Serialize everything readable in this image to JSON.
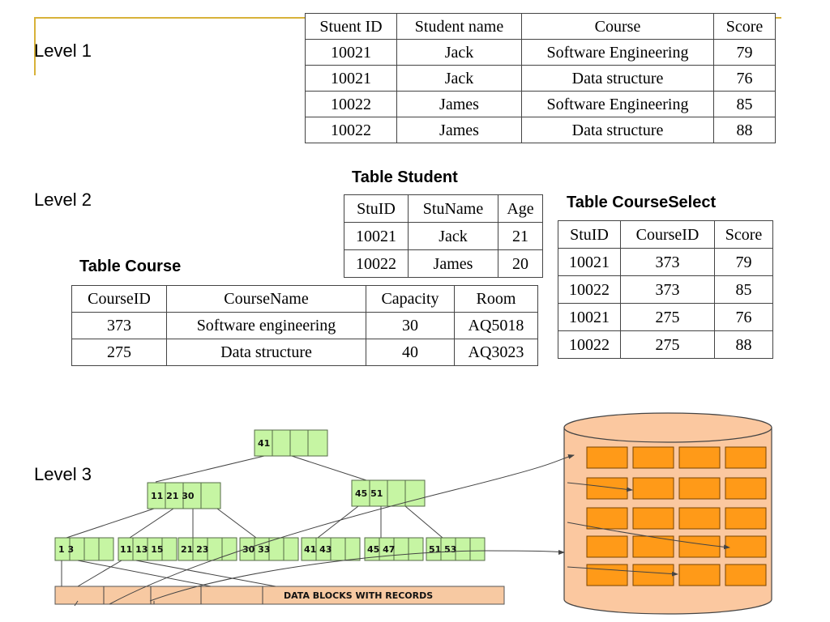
{
  "levels": {
    "l1": "Level 1",
    "l2": "Level 2",
    "l3": "Level 3"
  },
  "level1_table": {
    "headers": [
      "Stuent ID",
      "Student name",
      "Course",
      "Score"
    ],
    "rows": [
      [
        "10021",
        "Jack",
        "Software Engineering",
        "79"
      ],
      [
        "10021",
        "Jack",
        "Data structure",
        "76"
      ],
      [
        "10022",
        "James",
        "Software Engineering",
        "85"
      ],
      [
        "10022",
        "James",
        "Data structure",
        "88"
      ]
    ]
  },
  "table_student": {
    "title": "Table Student",
    "headers": [
      "StuID",
      "StuName",
      "Age"
    ],
    "rows": [
      [
        "10021",
        "Jack",
        "21"
      ],
      [
        "10022",
        "James",
        "20"
      ]
    ]
  },
  "table_courseselect": {
    "title": "Table CourseSelect",
    "headers": [
      "StuID",
      "CourseID",
      "Score"
    ],
    "rows": [
      [
        "10021",
        "373",
        "79"
      ],
      [
        "10022",
        "373",
        "85"
      ],
      [
        "10021",
        "275",
        "76"
      ],
      [
        "10022",
        "275",
        "88"
      ]
    ]
  },
  "table_course": {
    "title": "Table Course",
    "headers": [
      "CourseID",
      "CourseName",
      "Capacity",
      "Room"
    ],
    "rows": [
      [
        "373",
        "Software engineering",
        "30",
        "AQ5018"
      ],
      [
        "275",
        "Data structure",
        "40",
        "AQ3023"
      ]
    ]
  },
  "btree": {
    "root": "41",
    "internal": [
      "11 21 30",
      "45 51"
    ],
    "leaves": [
      "1 3",
      "11 13 15",
      "21 23",
      "30 33",
      "41 43",
      "45 47",
      "51 53"
    ],
    "data_blocks_label": "DATA BLOCKS WITH RECORDS"
  },
  "colors": {
    "accent_line": "#d8b23a",
    "node_fill": "#c6f5a3",
    "block_fill": "#f7c9a2",
    "cylinder_fill": "#fbc8a0",
    "cell_fill": "#ff9a18"
  }
}
